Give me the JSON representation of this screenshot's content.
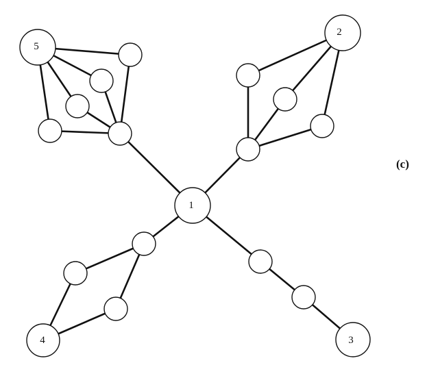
{
  "panel_label": "(c)",
  "labels": {
    "hub": "1",
    "top_right": "2",
    "bottom_right": "3",
    "bottom_left": "4",
    "top_left": "5"
  }
}
